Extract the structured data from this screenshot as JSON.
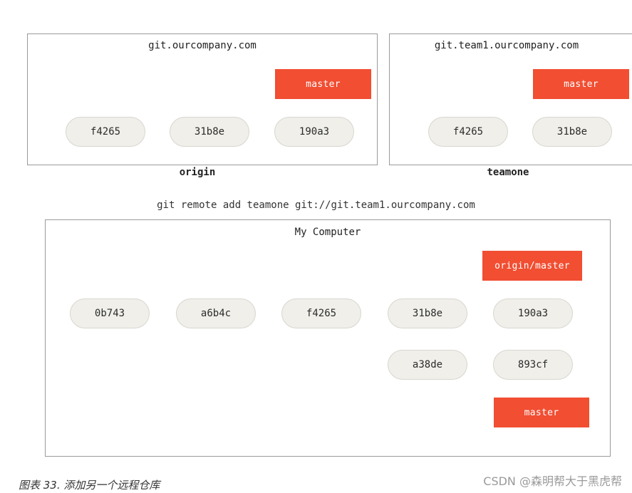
{
  "origin_box": {
    "title": "git.ourcompany.com",
    "label": "origin",
    "branch": "master",
    "commits": [
      "f4265",
      "31b8e",
      "190a3"
    ]
  },
  "teamone_box": {
    "title": "git.team1.ourcompany.com",
    "label": "teamone",
    "branch": "master",
    "commits": [
      "f4265",
      "31b8e"
    ]
  },
  "command": "git remote add teamone git://git.team1.ourcompany.com",
  "local_box": {
    "title": "My Computer",
    "remote_branch": "origin/master",
    "local_branch": "master",
    "main_line": [
      "0b743",
      "a6b4c",
      "f4265",
      "31b8e",
      "190a3"
    ],
    "side_line": [
      "a38de",
      "893cf"
    ]
  },
  "caption": "图表 33. 添加另一个远程仓库",
  "watermark": "CSDN @森明帮大于黑虎帮",
  "colors": {
    "branch": "#f14e32",
    "commit_fill": "#f0efea",
    "arrow": "#8a8a8a",
    "border": "#9a9a9a"
  }
}
